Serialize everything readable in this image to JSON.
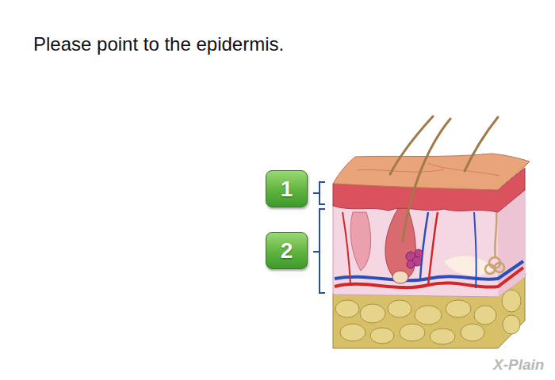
{
  "diagram": {
    "title": "Please point to the epidermis.",
    "nodes": [
      {
        "text": [
          "1"
        ]
      },
      {
        "text": [
          "2"
        ]
      }
    ],
    "labels": [
      "X-Plain"
    ]
  }
}
